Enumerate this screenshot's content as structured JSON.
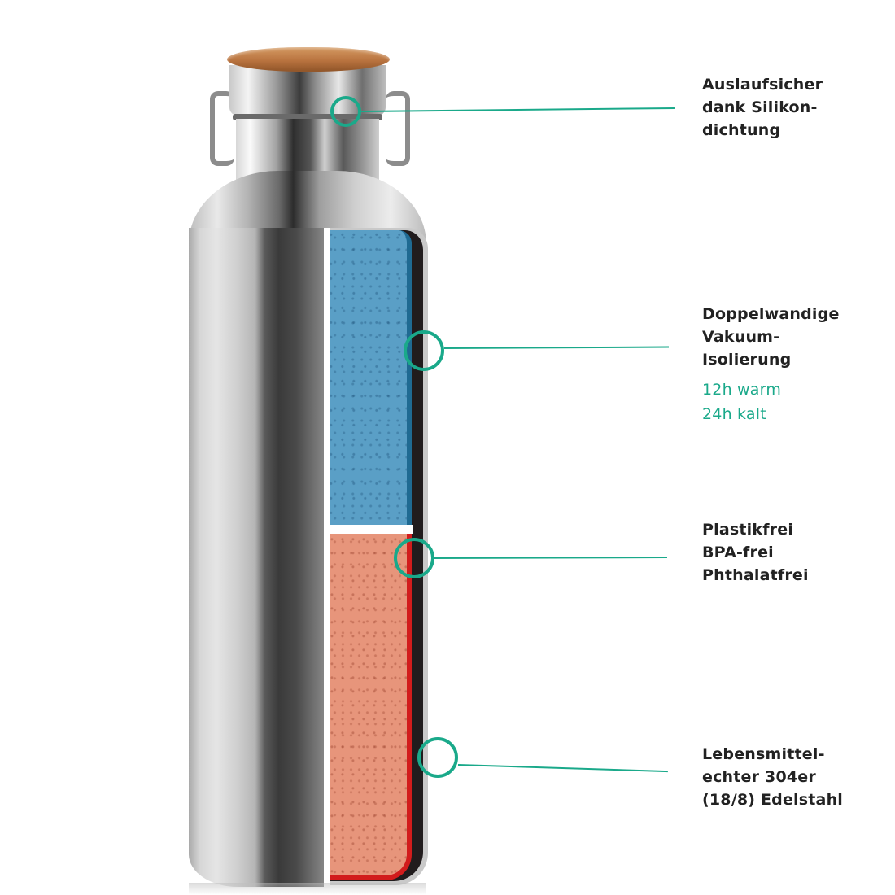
{
  "product": {
    "name": "Stainless steel insulated bottle (cutaway view)",
    "colors": {
      "accent": "#1aa98a",
      "text": "#222222",
      "cold_fill": "#5a9fc6",
      "hot_fill": "#e7957b",
      "hot_wall": "#d21c1c",
      "lid_wood": "#b9733f"
    }
  },
  "callouts": [
    {
      "id": "seal",
      "lines": [
        "Auslaufsicher",
        "dank Silikon-",
        "dichtung"
      ],
      "extra": []
    },
    {
      "id": "vacuum",
      "lines": [
        "Doppelwandige",
        "Vakuum-",
        "Isolierung"
      ],
      "extra": [
        "12h warm",
        "24h kalt"
      ]
    },
    {
      "id": "plastic-free",
      "lines": [
        "Plastikfrei",
        "BPA-frei",
        "Phthalatfrei"
      ],
      "extra": []
    },
    {
      "id": "steel",
      "lines": [
        "Lebensmittel-",
        "echter 304er",
        "(18/8) Edelstahl"
      ],
      "extra": []
    }
  ]
}
